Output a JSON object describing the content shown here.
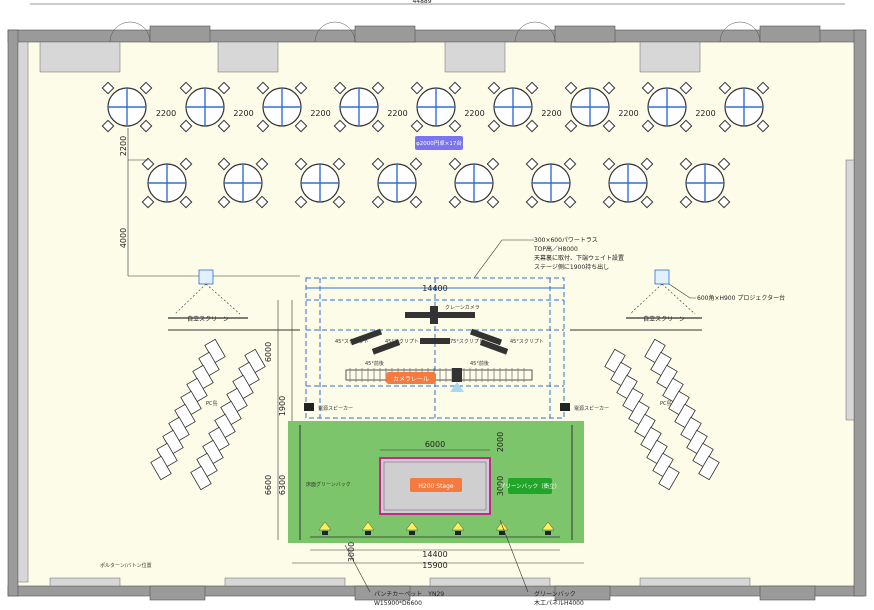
{
  "top_dimension": "44889",
  "round_tables": {
    "spacing_label": "2200",
    "badge": "φ2000円卓×17台",
    "badge_color": "#7b74f0"
  },
  "dims": {
    "left_vertical_2200": "2200",
    "left_vertical_4000": "4000",
    "truss_width": "14400",
    "truss_depth": "6000",
    "truss_to_green": "1900",
    "green_depth_outer": "6600",
    "green_depth_inner": "6300",
    "stage_width": "6000",
    "green_to_stage": "2000",
    "stage_depth": "3000",
    "bottom_14400": "14400",
    "bottom_15900": "15900",
    "bottom_3000": "3000"
  },
  "annotations": {
    "truss_note_lines": [
      "300×600パワートラス",
      "TOP高／H8000",
      "天幕裏に取付、下端ウェイト設置",
      "ステージ側に1900持ち出し"
    ],
    "projector_note": "600角×H900 プロジェクター台",
    "carpet_lines": [
      "パンチカーペット　YN29",
      "W15900*D6600"
    ],
    "greenback_lines": [
      "グリーンバック",
      "木工パネルH4000"
    ]
  },
  "labels": {
    "screen_left": "自立スクリーン",
    "screen_right": "自立スクリーン",
    "crane": "クレーンカメラ",
    "camera_rail": "カメラレール",
    "stage": "H200 Stage",
    "greenback_side": "グリーンバック（衝立）",
    "greenback_wall": "床面グリーンバック",
    "speaker_left": "電源スピーカー",
    "speaker_right": "電源スピーカー",
    "desk_left": "PC島",
    "desk_right": "PC島",
    "corner_note": "ポルターン/バトン位置",
    "scrim_labels": [
      "45°スクリプト",
      "45°スクリプト",
      "75°スクリプト",
      "45°スクリプト"
    ],
    "rail_marks": [
      "45°前後",
      "45°前後"
    ]
  },
  "colors": {
    "floor": "#fdfce9",
    "green": "#7cc56a",
    "stage_fill": "#cfcfcf",
    "stage_border": "#c02a8a",
    "stage_label": "#f47a3f",
    "rail_label": "#f47a3f",
    "greenback_label": "#22a52a"
  }
}
